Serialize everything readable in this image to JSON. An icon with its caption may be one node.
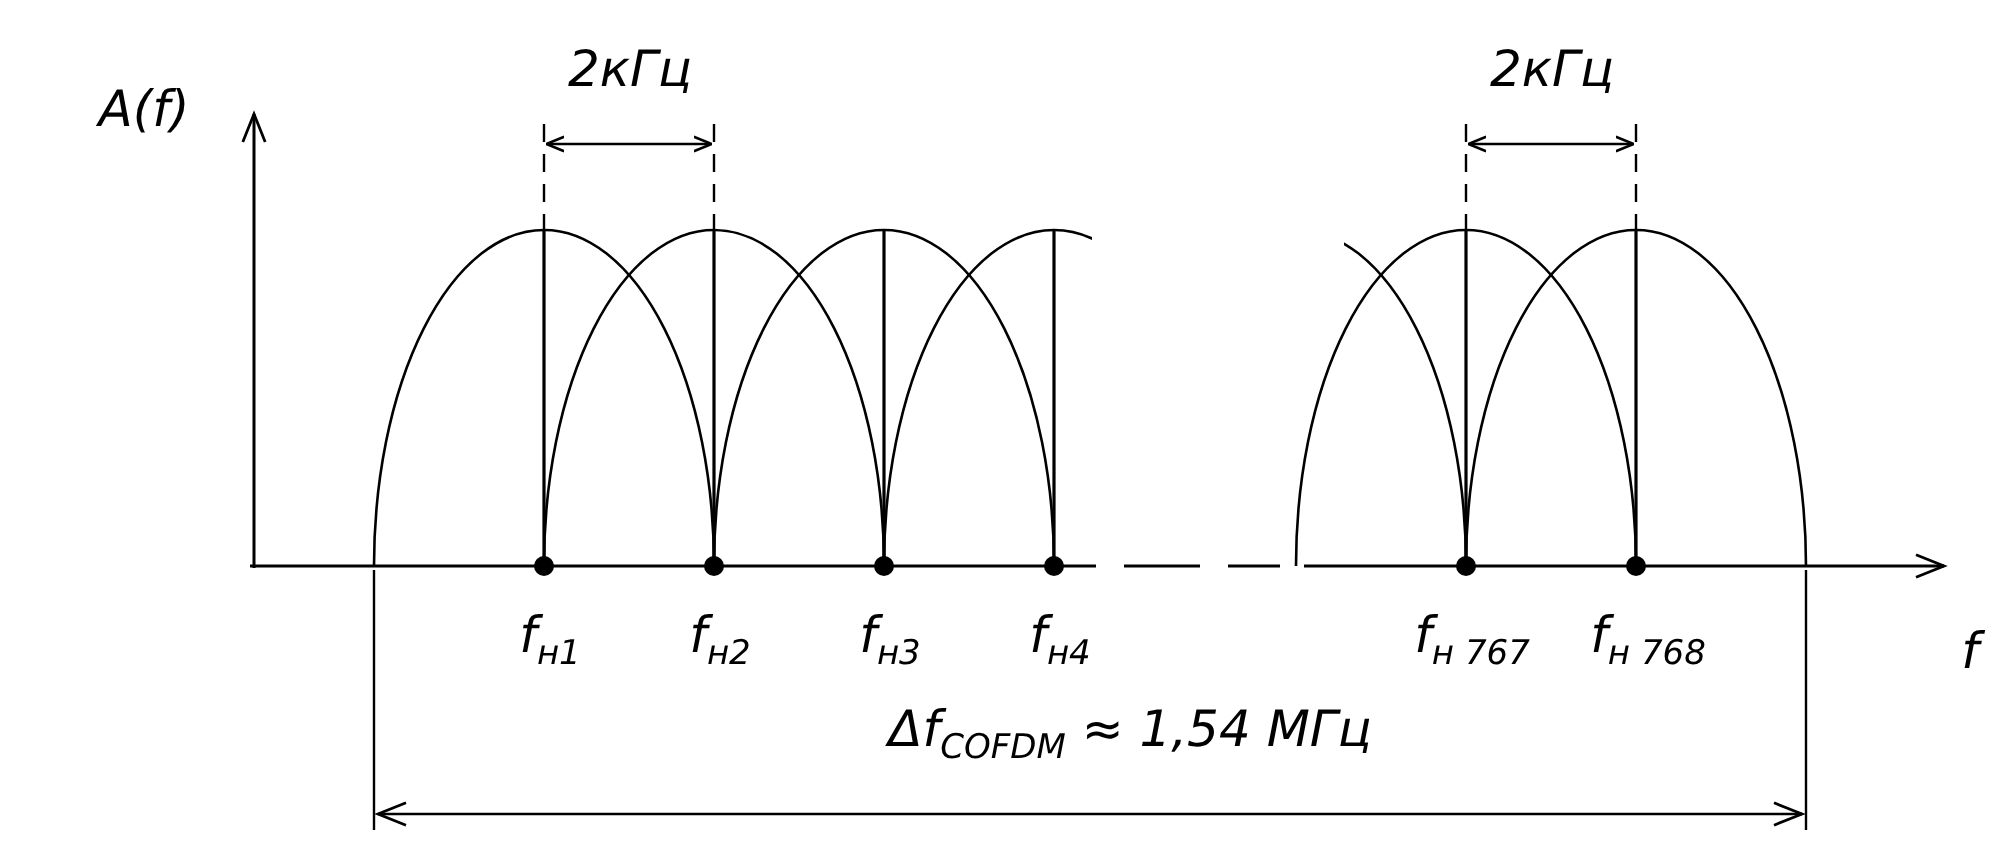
{
  "diagram": {
    "labels": [
      "2кГц",
      "2кГц",
      "A(f)",
      "f$_{н1}$",
      "f$_{н2}$",
      "f$_{н3}$",
      "f$_{н4}$",
      "f$_{н 767}$",
      "f$_{н 768}$",
      "f",
      "Δf$_{COFDM}$ ≈ 1,54 МГц"
    ]
  }
}
